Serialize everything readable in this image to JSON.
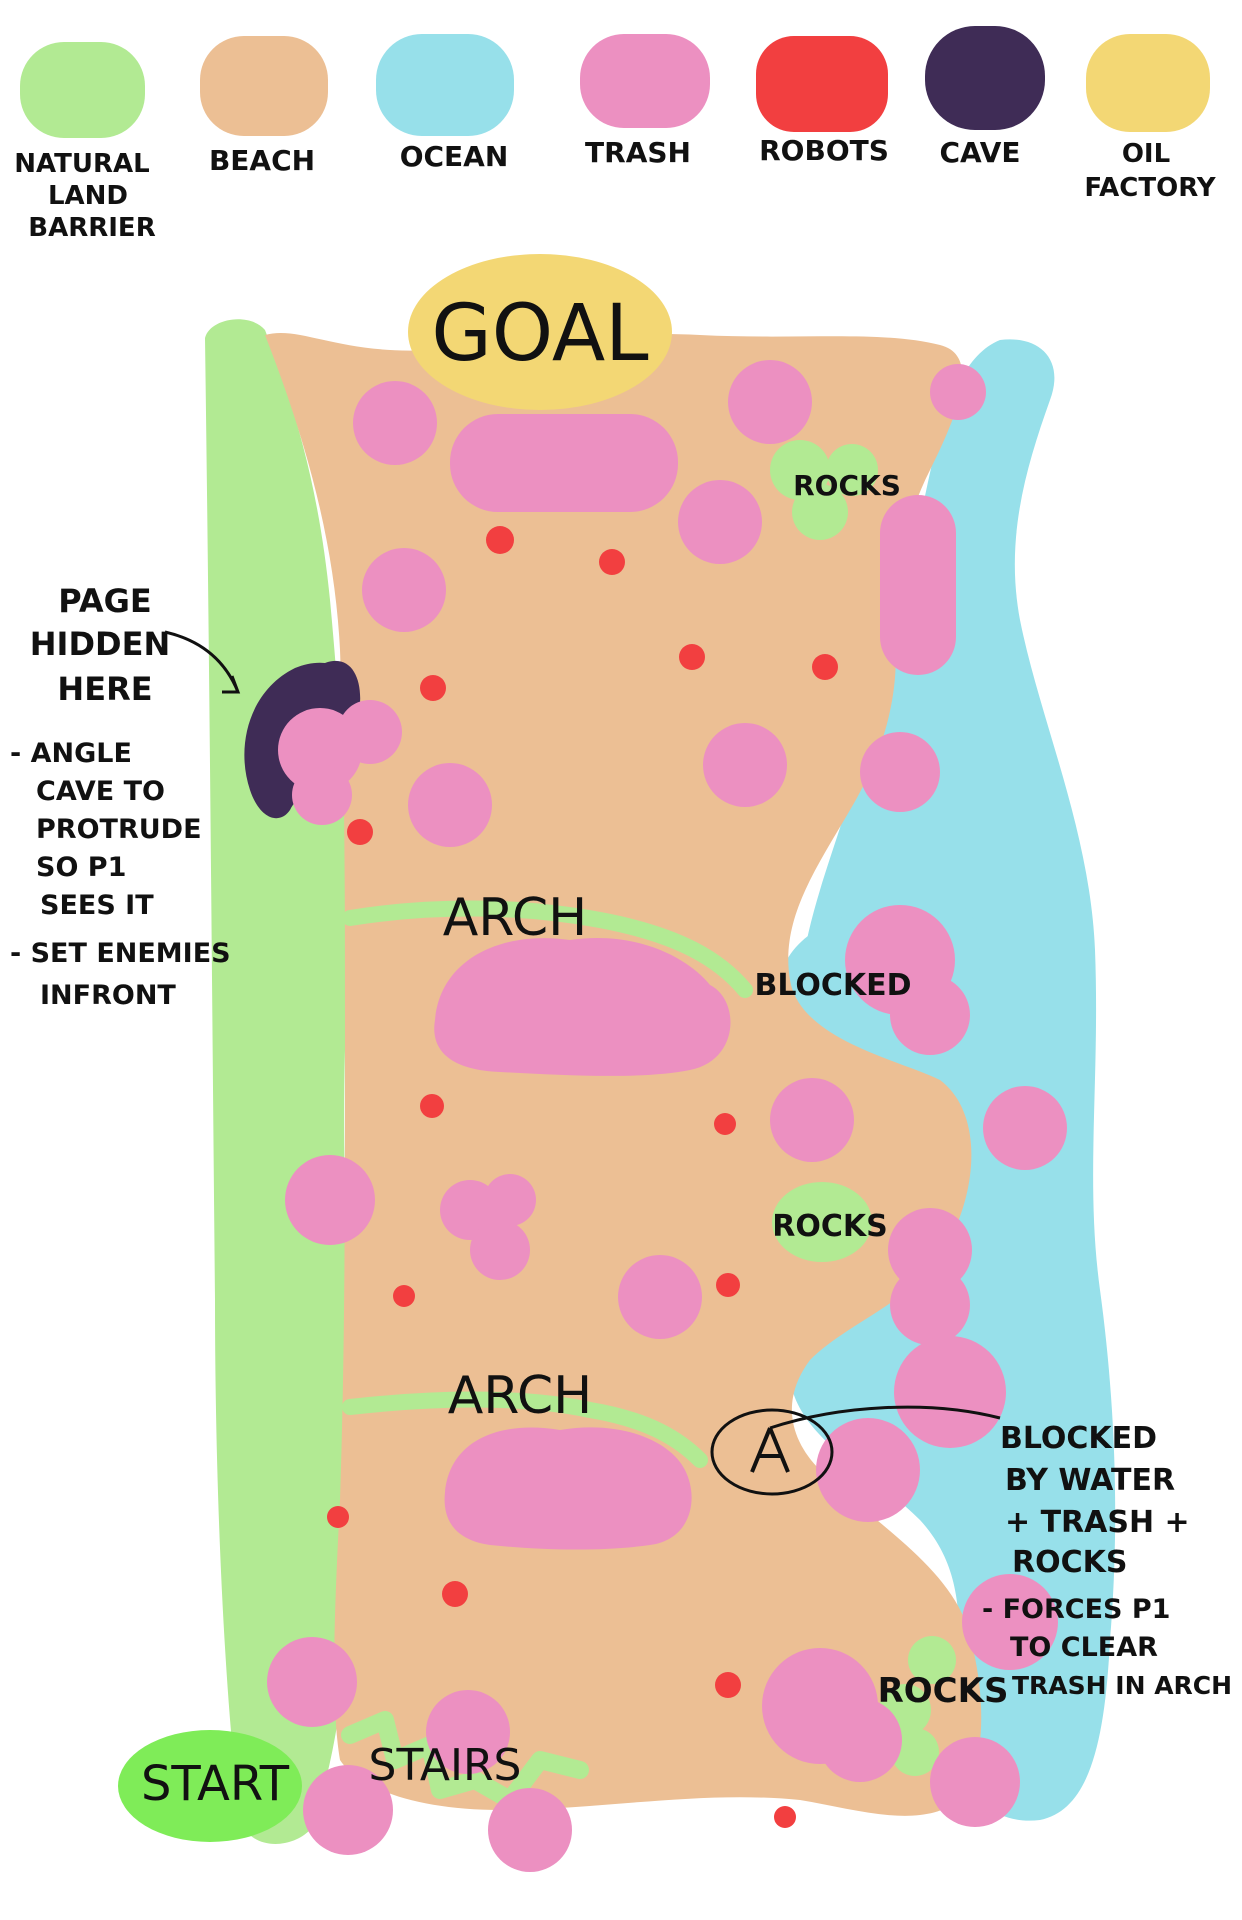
{
  "legend": [
    {
      "label_lines": [
        "NATURAL",
        "LAND",
        "BARRIER"
      ],
      "color": "#b2ea93"
    },
    {
      "label_lines": [
        "BEACH"
      ],
      "color": "#ecbf94"
    },
    {
      "label_lines": [
        "OCEAN"
      ],
      "color": "#97e0ea"
    },
    {
      "label_lines": [
        "TRASH"
      ],
      "color": "#ec90c1"
    },
    {
      "label_lines": [
        "ROBOTS"
      ],
      "color": "#f23f40"
    },
    {
      "label_lines": [
        "CAVE"
      ],
      "color": "#3f2c56"
    },
    {
      "label_lines": [
        "OIL",
        "FACTORY"
      ],
      "color": "#f3d774"
    }
  ],
  "map_labels": {
    "goal": "GOAL",
    "start": "START",
    "stairs": "STAIRS",
    "arch": "ARCH",
    "rocks": "ROCKS",
    "blocked": "BLOCKED"
  },
  "notes": {
    "cave_note": [
      "PAGE",
      "HIDDEN",
      "HERE"
    ],
    "cave_bullets": [
      [
        "- ANGLE",
        "CAVE TO",
        "PROTRUDE",
        "SO P1",
        "SEES IT"
      ],
      [
        "- SET ENEMIES",
        "INFRONT"
      ]
    ],
    "water_block_note": [
      "BLOCKED",
      "BY WATER",
      "+ TRASH +",
      "ROCKS"
    ],
    "water_block_bullet": [
      "- FORCES P1",
      "TO CLEAR",
      "TRASH IN ARCH"
    ]
  },
  "colors": {
    "barrier": "#b2ea93",
    "beach": "#ecbf94",
    "ocean": "#97e0ea",
    "trash": "#ec90c1",
    "robots": "#f23f40",
    "cave": "#3f2c56",
    "oil_factory": "#f3d774",
    "start": "#7fec58",
    "ink": "#111111"
  }
}
